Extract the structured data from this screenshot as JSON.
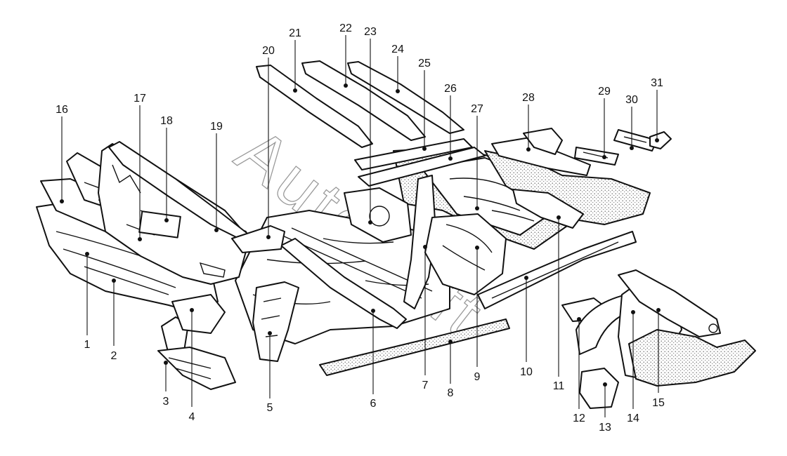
{
  "watermark": "AutoSoft",
  "callouts": [
    {
      "label": "1"
    },
    {
      "label": "2"
    },
    {
      "label": "3"
    },
    {
      "label": "4"
    },
    {
      "label": "5"
    },
    {
      "label": "6"
    },
    {
      "label": "7"
    },
    {
      "label": "8"
    },
    {
      "label": "9"
    },
    {
      "label": "10"
    },
    {
      "label": "11"
    },
    {
      "label": "12"
    },
    {
      "label": "13"
    },
    {
      "label": "14"
    },
    {
      "label": "15"
    },
    {
      "label": "16"
    },
    {
      "label": "17"
    },
    {
      "label": "18"
    },
    {
      "label": "19"
    },
    {
      "label": "20"
    },
    {
      "label": "21"
    },
    {
      "label": "22"
    },
    {
      "label": "23"
    },
    {
      "label": "24"
    },
    {
      "label": "25"
    },
    {
      "label": "26"
    },
    {
      "label": "27"
    },
    {
      "label": "28"
    },
    {
      "label": "29"
    },
    {
      "label": "30"
    },
    {
      "label": "31"
    }
  ]
}
